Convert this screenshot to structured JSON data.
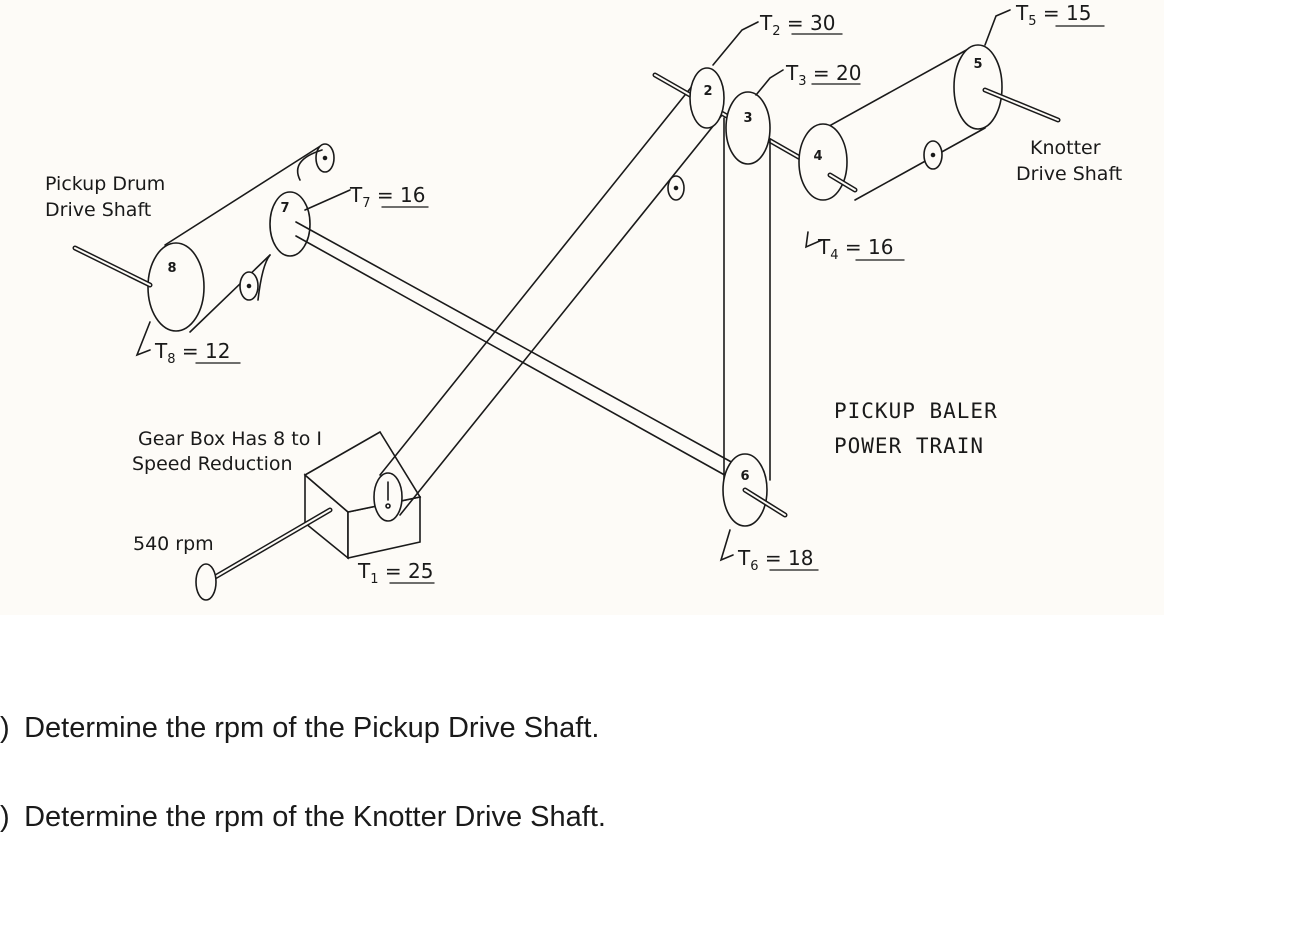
{
  "diagram": {
    "title_line1": "PICKUP BALER",
    "title_line2": "POWER TRAIN",
    "pickup_label_line1": "Pickup Drum",
    "pickup_label_line2": "Drive Shaft",
    "knotter_label_line1": "Knotter",
    "knotter_label_line2": "Drive Shaft",
    "gearbox_line1": "Gear Box Has 8 to I",
    "gearbox_line2": "Speed Reduction",
    "input_speed": "540 rpm",
    "sprockets": [
      {
        "id": "1",
        "T": "T1",
        "sub": "1",
        "value": "25"
      },
      {
        "id": "2",
        "T": "T2",
        "sub": "2",
        "value": "30"
      },
      {
        "id": "3",
        "T": "T3",
        "sub": "3",
        "value": "20"
      },
      {
        "id": "4",
        "T": "T4",
        "sub": "4",
        "value": "16"
      },
      {
        "id": "5",
        "T": "T5",
        "sub": "5",
        "value": "15"
      },
      {
        "id": "6",
        "T": "T6",
        "sub": "6",
        "value": "18"
      },
      {
        "id": "7",
        "T": "T7",
        "sub": "7",
        "value": "16"
      },
      {
        "id": "8",
        "T": "T8",
        "sub": "8",
        "value": "12"
      }
    ]
  },
  "questions": [
    {
      "marker": ")",
      "text": "Determine the rpm of the Pickup Drive Shaft."
    },
    {
      "marker": ")",
      "text": "Determine the rpm of the Knotter Drive Shaft."
    }
  ]
}
